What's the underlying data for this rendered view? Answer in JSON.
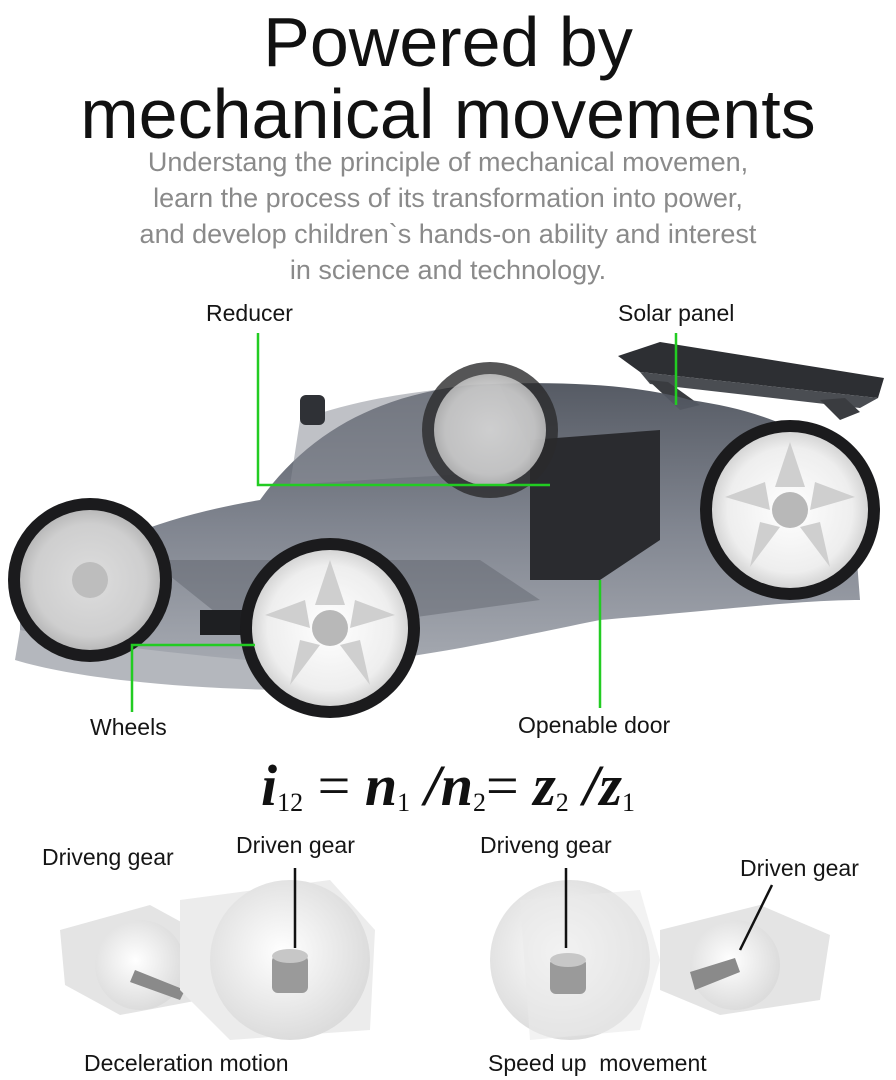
{
  "header": {
    "title_line1": "Powered by",
    "title_line2": "mechanical movements",
    "subtitle_line1": "Understang the principle of mechanical movemen,",
    "subtitle_line2": "learn the process of its transformation into power,",
    "subtitle_line3": "and develop children`s hands-on ability and interest",
    "subtitle_line4": "in science and technology."
  },
  "car_callouts": {
    "reducer": "Reducer",
    "solar_panel": "Solar panel",
    "wheels": "Wheels",
    "openable_door": "Openable door"
  },
  "formula": {
    "i": "i",
    "i_sub": "12",
    "eq1": "=",
    "n1": "n",
    "n1_sub": "1",
    "slash1": "/",
    "n2": "n",
    "n2_sub": "2",
    "eq2": "=",
    "z2": "z",
    "z2_sub": "2",
    "slash2": "/",
    "z1": "z",
    "z1_sub": "1"
  },
  "gears": {
    "left_driving": "Driveng gear",
    "left_driven": "Driven gear",
    "left_caption": "Deceleration motion",
    "right_driving": "Driveng gear",
    "right_driven": "Driven gear",
    "right_caption": "Speed up  movement"
  },
  "colors": {
    "callout_line": "#22cc22",
    "subtitle": "#8a8a8a",
    "car_body": "#6f7480",
    "wheel_rim": "#f2f2f2"
  }
}
